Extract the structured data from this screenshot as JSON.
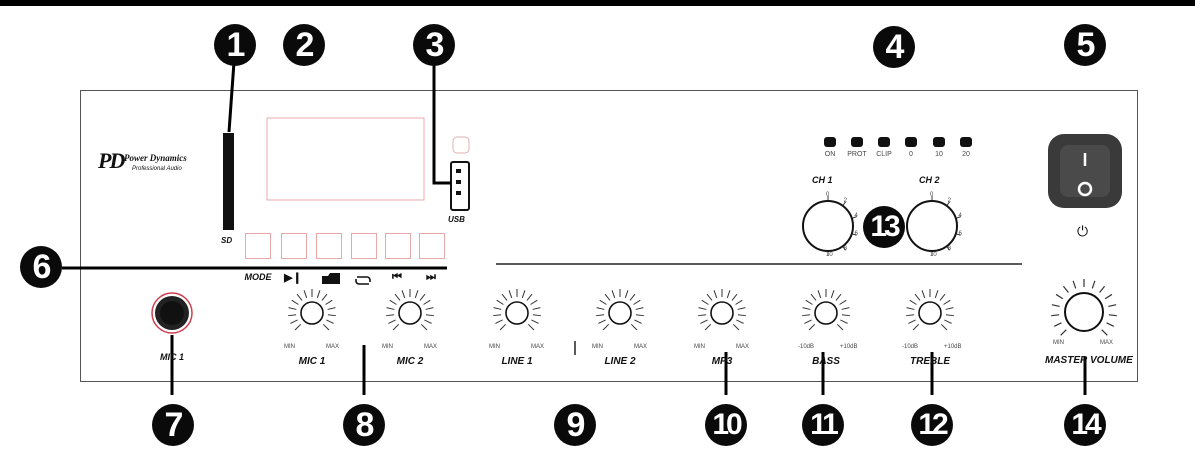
{
  "callouts": [
    "1",
    "2",
    "3",
    "4",
    "5",
    "6",
    "7",
    "8",
    "9",
    "10",
    "11",
    "12",
    "13",
    "14"
  ],
  "brand": {
    "logo_mark": "PD",
    "name": "Power Dynamics",
    "tagline": "Professional Audio"
  },
  "sd_label": "SD",
  "usb_label": "USB",
  "buttons": {
    "mode": "MODE",
    "play_pause": "▶❙",
    "prev": "⏮",
    "next": "⏭"
  },
  "leds": [
    "ON",
    "PROT",
    "CLIP",
    "0",
    "10",
    "20"
  ],
  "channel_labels": [
    "CH 1",
    "CH 2"
  ],
  "channel_scale": [
    "0",
    "2",
    "4",
    "6",
    "8",
    "10"
  ],
  "knobs": [
    {
      "label": "MIC 1",
      "min": "MIN",
      "max": "MAX"
    },
    {
      "label": "MIC 2",
      "min": "MIN",
      "max": "MAX"
    },
    {
      "label": "LINE 1",
      "min": "MIN",
      "max": "MAX"
    },
    {
      "label": "LINE 2",
      "min": "MIN",
      "max": "MAX"
    },
    {
      "label": "MP3",
      "min": "MIN",
      "max": "MAX"
    },
    {
      "label": "BASS",
      "min": "-10dB",
      "max": "+10dB"
    },
    {
      "label": "TREBLE",
      "min": "-10dB",
      "max": "+10dB"
    }
  ],
  "master": {
    "label": "MASTER VOLUME",
    "min": "MIN",
    "max": "MAX"
  },
  "mic_jack_label": "MIC 1",
  "power_symbol": "⏻",
  "colors": {
    "ink": "#0a0a0a",
    "panel_line": "#555555",
    "display_line": "#e8a8a8",
    "jack_ring": "#d04050"
  }
}
